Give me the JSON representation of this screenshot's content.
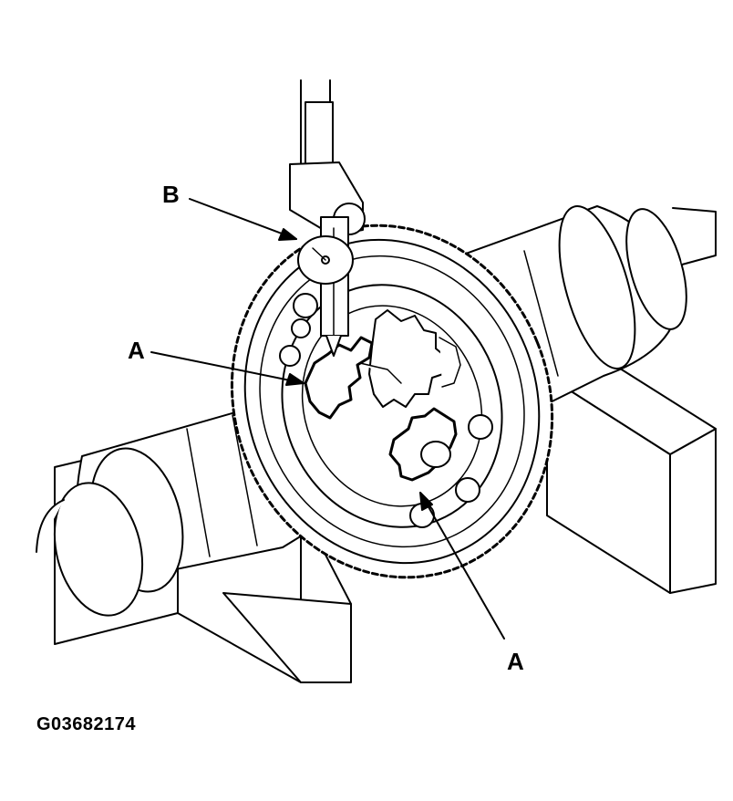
{
  "labels": {
    "b": "B",
    "a_upper": "A",
    "a_lower": "A"
  },
  "figure_id": "G03682174",
  "colors": {
    "line": "#000000",
    "fill": "#ffffff"
  }
}
